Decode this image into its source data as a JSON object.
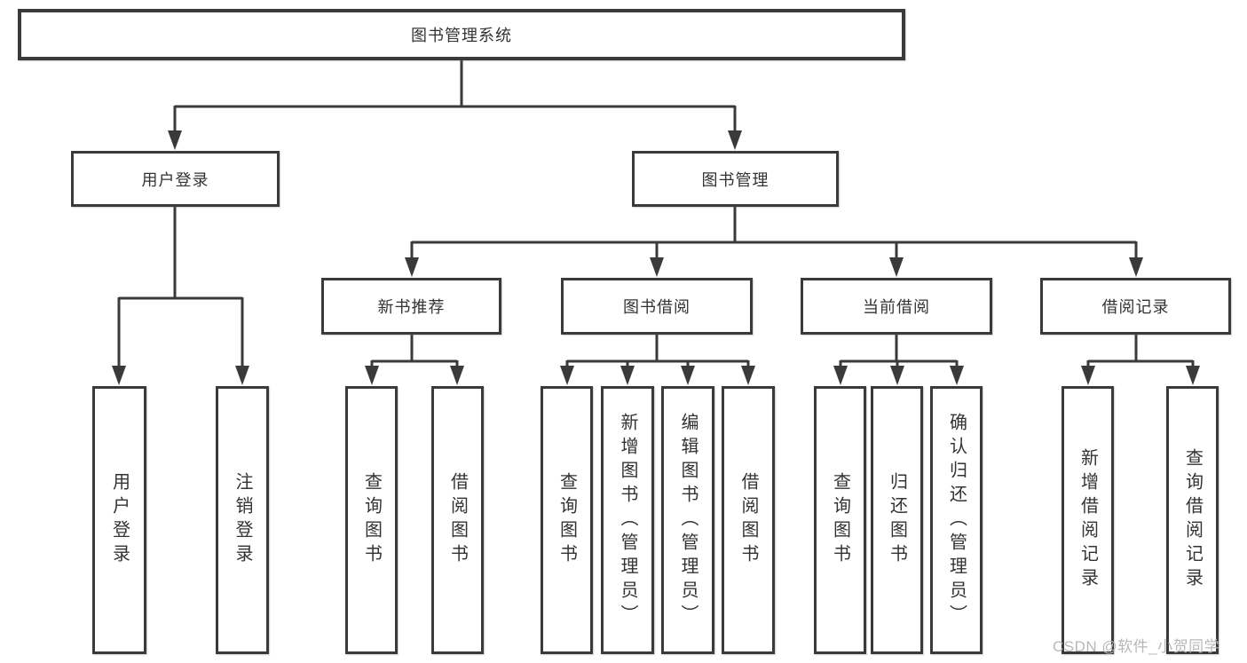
{
  "diagram": {
    "root": {
      "label": "图书管理系统"
    },
    "level1": [
      {
        "label": "用户登录"
      },
      {
        "label": "图书管理"
      }
    ],
    "level2": [
      {
        "label": "新书推荐"
      },
      {
        "label": "图书借阅"
      },
      {
        "label": "当前借阅"
      },
      {
        "label": "借阅记录"
      }
    ],
    "leaves": {
      "user_login": [
        "用户登录",
        "注销登录"
      ],
      "new_book_recommend": [
        "查询图书",
        "借阅图书"
      ],
      "book_borrow": [
        "查询图书",
        "新增图书（管理员）",
        "编辑图书（管理员）",
        "借阅图书"
      ],
      "current_borrow": [
        "查询图书",
        "归还图书",
        "确认归还（管理员）"
      ],
      "borrow_records": [
        "新增借阅记录",
        "查询借阅记录"
      ]
    }
  },
  "watermark": {
    "text": "CSDN @软件_小贺同学"
  },
  "colors": {
    "line": "#3a3a3a",
    "text": "#333333",
    "background": "#ffffff",
    "watermark": "#b8b8b8"
  }
}
